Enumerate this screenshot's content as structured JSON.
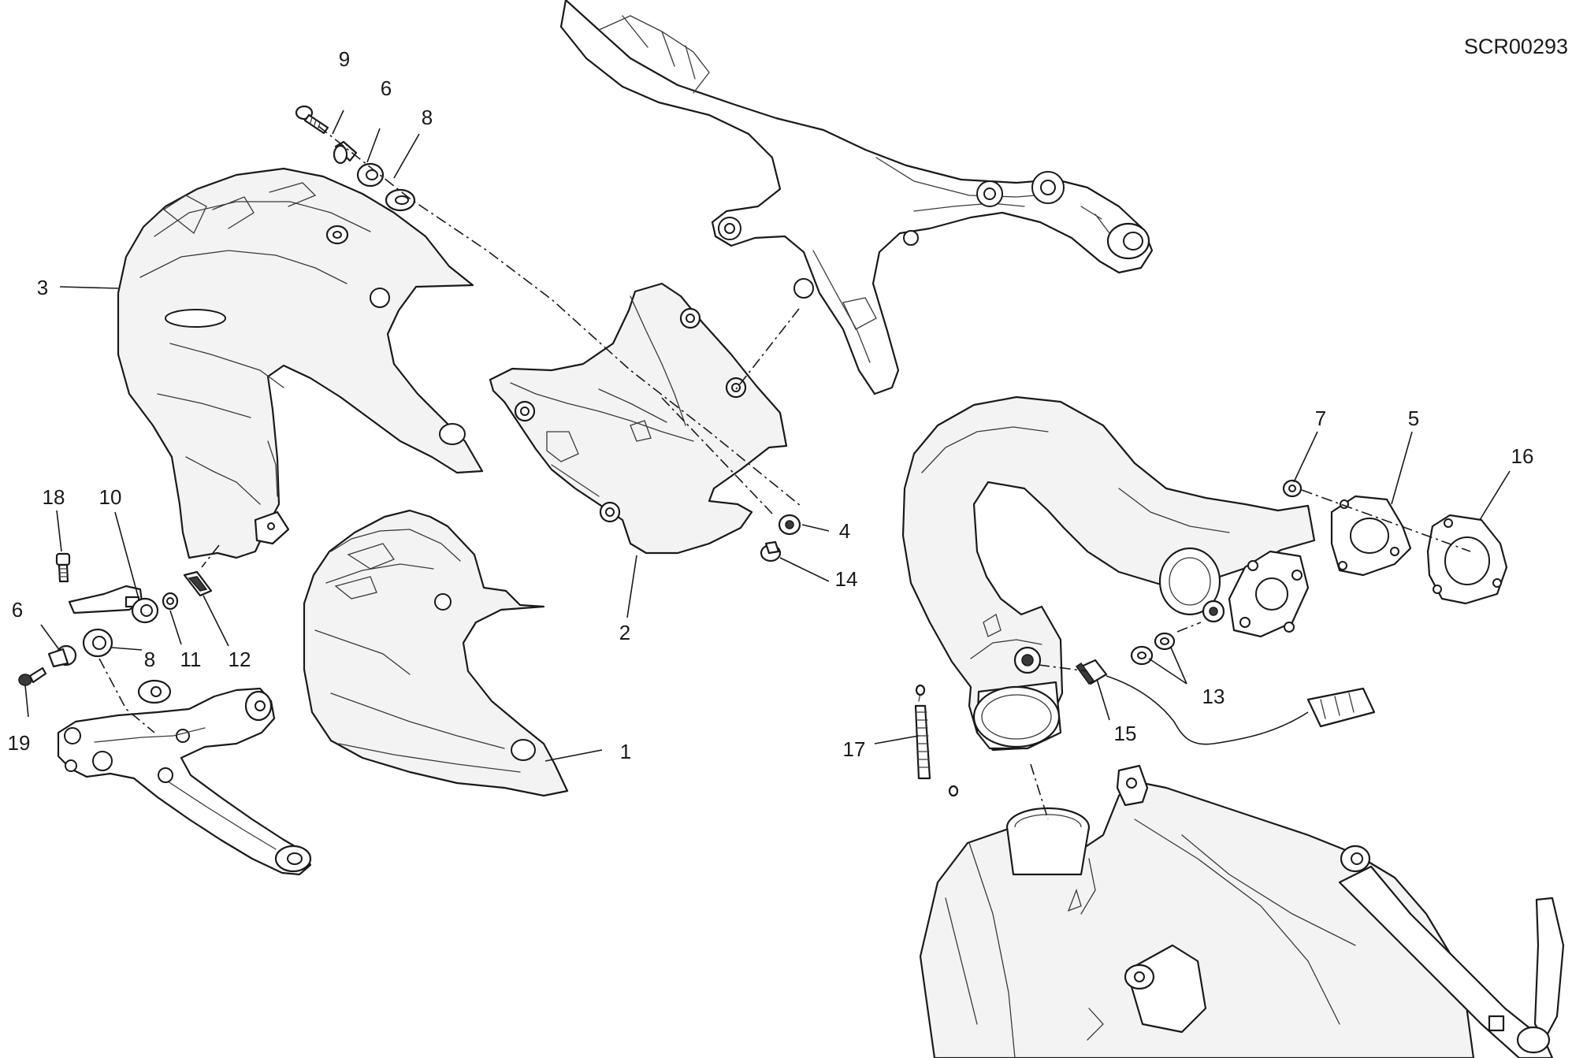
{
  "diagram_code": "SCR00293",
  "callouts": {
    "c1": "1",
    "c2": "2",
    "c3": "3",
    "c4": "4",
    "c5": "5",
    "c6a": "6",
    "c6b": "6",
    "c7": "7",
    "c8a": "8",
    "c8b": "8",
    "c9": "9",
    "c10": "10",
    "c11": "11",
    "c12": "12",
    "c13": "13",
    "c14": "14",
    "c15": "15",
    "c16": "16",
    "c17": "17",
    "c18": "18",
    "c19": "19"
  }
}
